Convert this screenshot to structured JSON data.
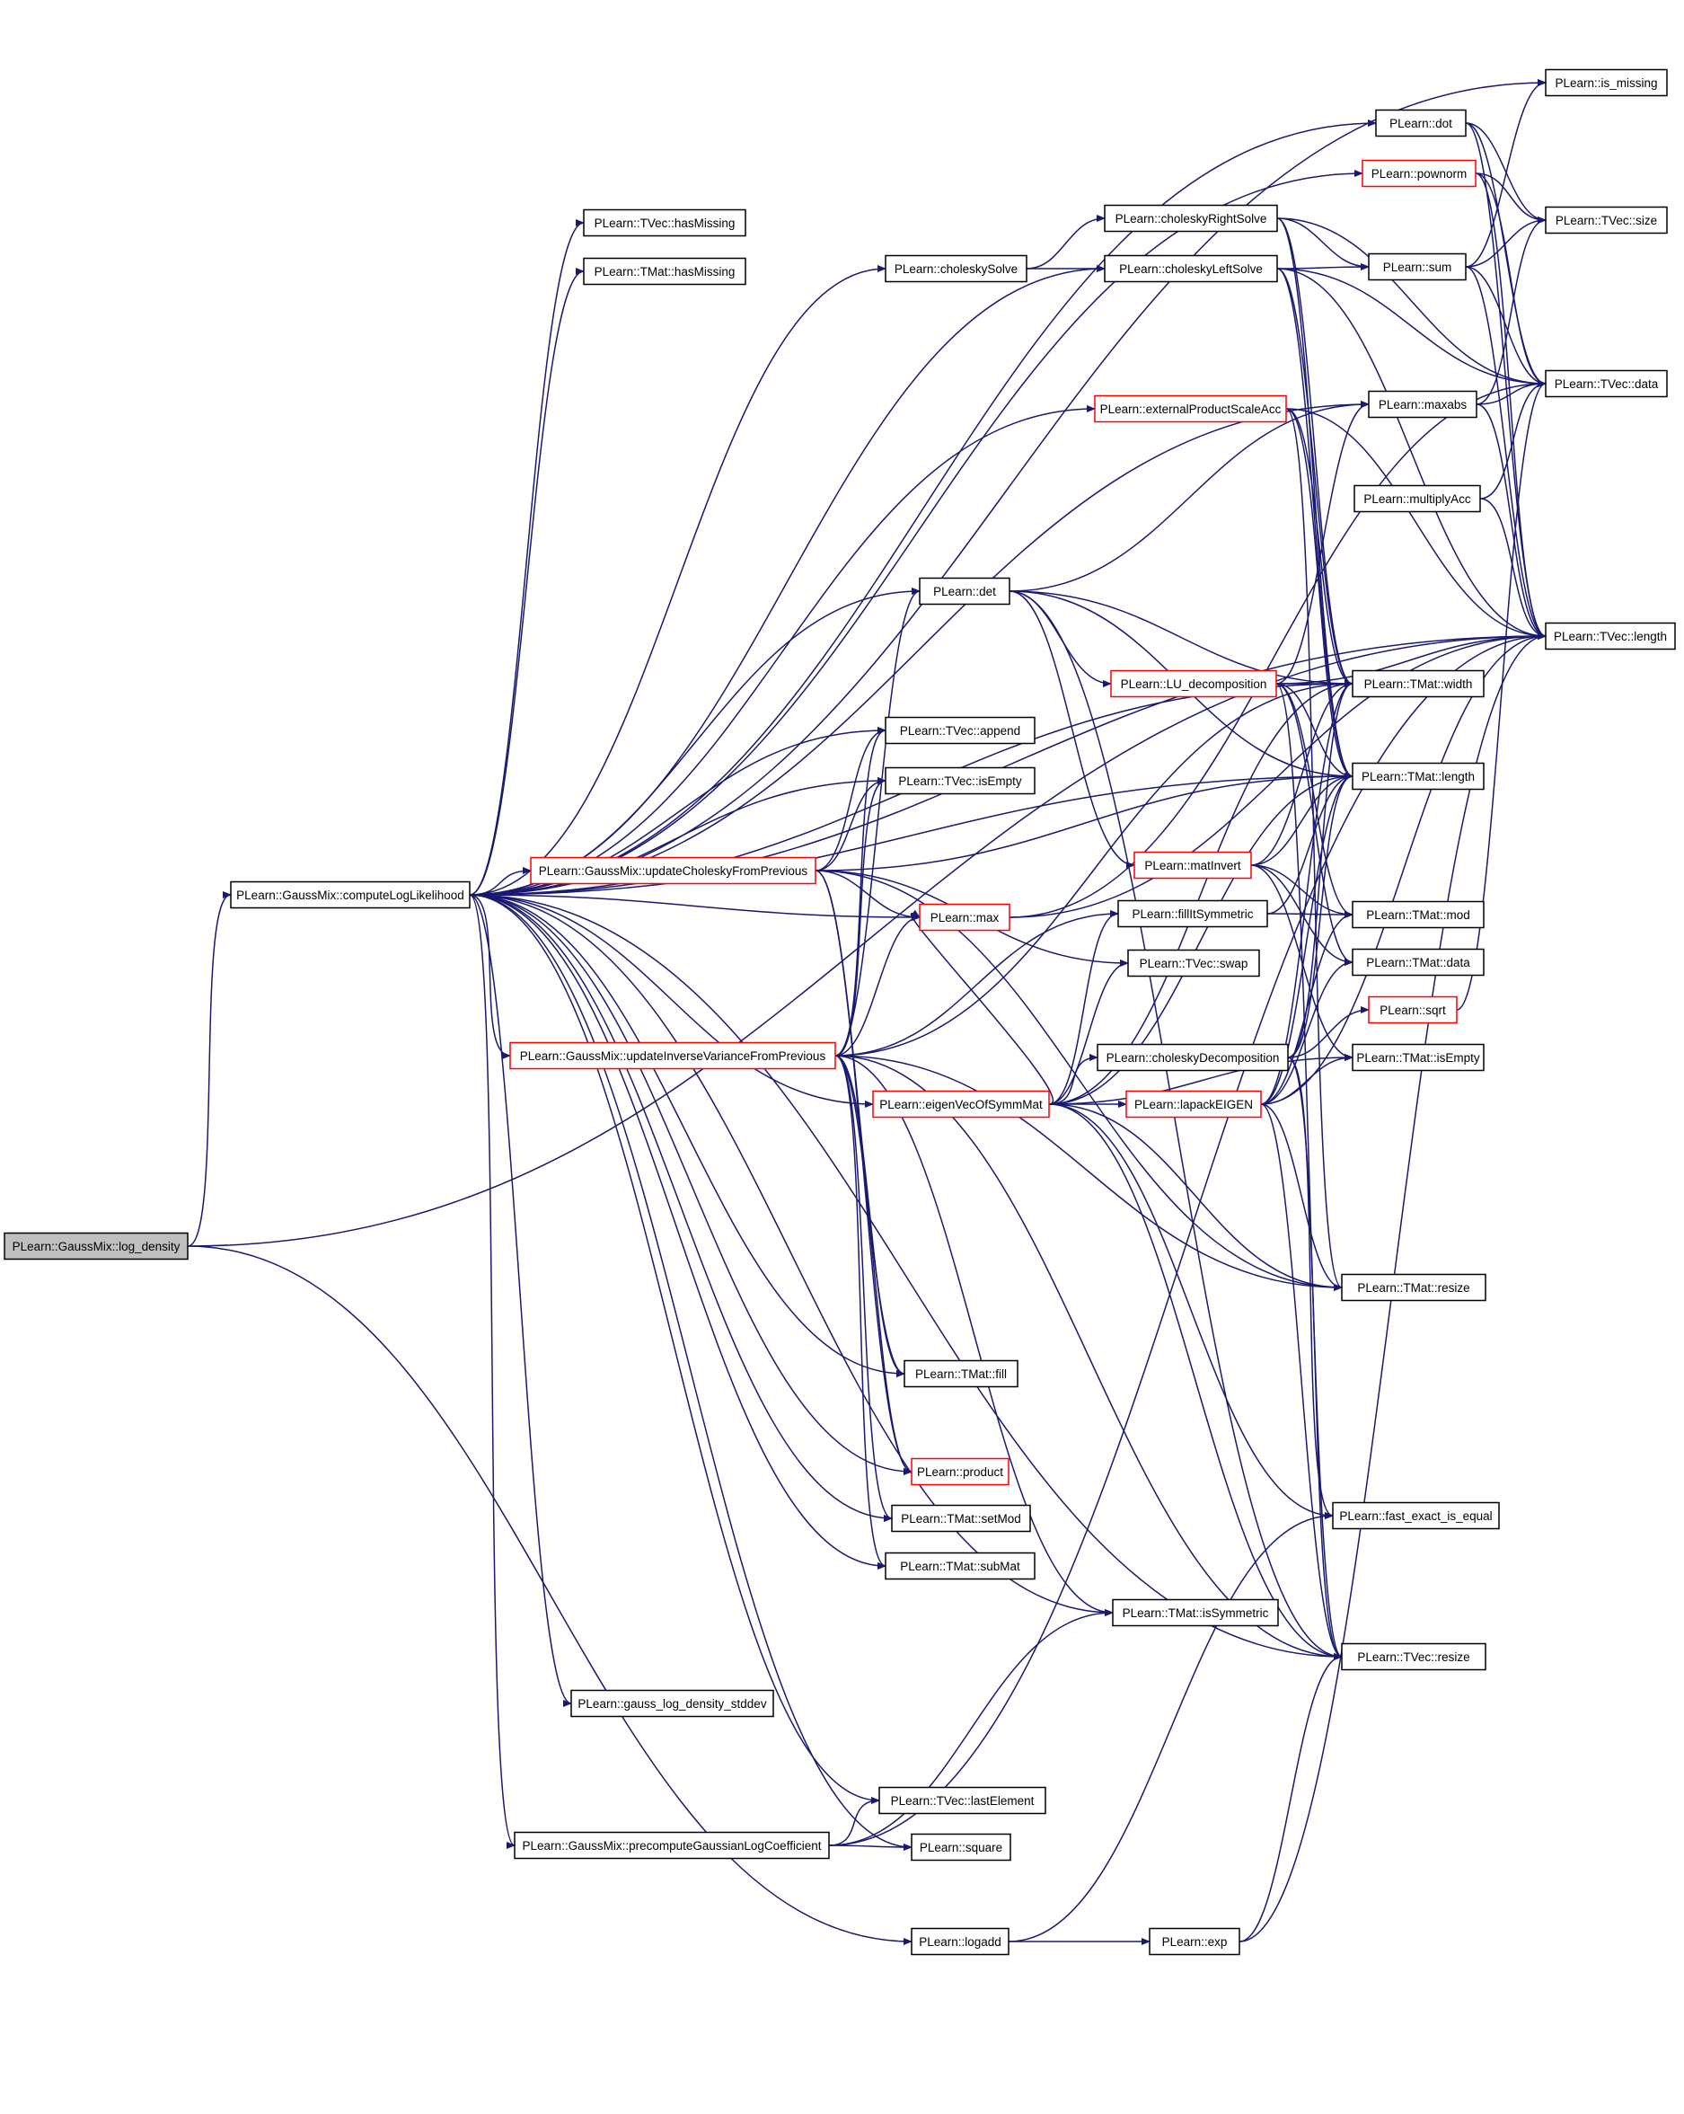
{
  "colors": {
    "edge": "#191970",
    "node_border": "#000000",
    "node_border_truncated": "#ff0000",
    "root_fill": "#bfbfbf",
    "node_fill": "#ffffff",
    "text": "#000000"
  },
  "graph": {
    "nodes": [
      {
        "id": "root",
        "label": "PLearn::GaussMix::log_density",
        "kind": "root"
      },
      {
        "id": "cll",
        "label": "PLearn::GaussMix::computeLogLikelihood",
        "kind": "normal"
      },
      {
        "id": "is_missing",
        "label": "PLearn::is_missing",
        "kind": "normal"
      },
      {
        "id": "dot",
        "label": "PLearn::dot",
        "kind": "normal"
      },
      {
        "id": "pownorm",
        "label": "PLearn::pownorm",
        "kind": "truncated"
      },
      {
        "id": "tvec_size",
        "label": "PLearn::TVec::size",
        "kind": "normal"
      },
      {
        "id": "tvec_hasMissing",
        "label": "PLearn::TVec::hasMissing",
        "kind": "normal"
      },
      {
        "id": "tmat_hasMissing",
        "label": "PLearn::TMat::hasMissing",
        "kind": "normal"
      },
      {
        "id": "crs",
        "label": "PLearn::choleskyRightSolve",
        "kind": "normal"
      },
      {
        "id": "cs",
        "label": "PLearn::choleskySolve",
        "kind": "normal"
      },
      {
        "id": "cls",
        "label": "PLearn::choleskyLeftSolve",
        "kind": "normal"
      },
      {
        "id": "sum",
        "label": "PLearn::sum",
        "kind": "normal"
      },
      {
        "id": "tvec_data",
        "label": "PLearn::TVec::data",
        "kind": "normal"
      },
      {
        "id": "epsa",
        "label": "PLearn::externalProductScaleAcc",
        "kind": "truncated"
      },
      {
        "id": "maxabs",
        "label": "PLearn::maxabs",
        "kind": "normal"
      },
      {
        "id": "multacc",
        "label": "PLearn::multiplyAcc",
        "kind": "normal"
      },
      {
        "id": "det",
        "label": "PLearn::det",
        "kind": "normal"
      },
      {
        "id": "tvec_length",
        "label": "PLearn::TVec::length",
        "kind": "normal"
      },
      {
        "id": "lu",
        "label": "PLearn::LU_decomposition",
        "kind": "truncated"
      },
      {
        "id": "tmat_width",
        "label": "PLearn::TMat::width",
        "kind": "normal"
      },
      {
        "id": "append",
        "label": "PLearn::TVec::append",
        "kind": "normal"
      },
      {
        "id": "tvec_isEmpty",
        "label": "PLearn::TVec::isEmpty",
        "kind": "normal"
      },
      {
        "id": "tmat_length",
        "label": "PLearn::TMat::length",
        "kind": "normal"
      },
      {
        "id": "ucfp",
        "label": "PLearn::GaussMix::updateCholeskyFromPrevious",
        "kind": "truncated"
      },
      {
        "id": "matinvert",
        "label": "PLearn::matInvert",
        "kind": "truncated"
      },
      {
        "id": "max",
        "label": "PLearn::max",
        "kind": "truncated"
      },
      {
        "id": "fillsym",
        "label": "PLearn::fillItSymmetric",
        "kind": "normal"
      },
      {
        "id": "tmat_mod",
        "label": "PLearn::TMat::mod",
        "kind": "normal"
      },
      {
        "id": "swap",
        "label": "PLearn::TVec::swap",
        "kind": "normal"
      },
      {
        "id": "tmat_data",
        "label": "PLearn::TMat::data",
        "kind": "normal"
      },
      {
        "id": "sqrt",
        "label": "PLearn::sqrt",
        "kind": "truncated"
      },
      {
        "id": "uivfp",
        "label": "PLearn::GaussMix::updateInverseVarianceFromPrevious",
        "kind": "truncated"
      },
      {
        "id": "chold",
        "label": "PLearn::choleskyDecomposition",
        "kind": "normal"
      },
      {
        "id": "tmat_isEmpty",
        "label": "PLearn::TMat::isEmpty",
        "kind": "normal"
      },
      {
        "id": "evsm",
        "label": "PLearn::eigenVecOfSymmMat",
        "kind": "truncated"
      },
      {
        "id": "lapack",
        "label": "PLearn::lapackEIGEN",
        "kind": "truncated"
      },
      {
        "id": "tmat_resize",
        "label": "PLearn::TMat::resize",
        "kind": "normal"
      },
      {
        "id": "fill",
        "label": "PLearn::TMat::fill",
        "kind": "normal"
      },
      {
        "id": "product",
        "label": "PLearn::product",
        "kind": "truncated"
      },
      {
        "id": "fexact",
        "label": "PLearn::fast_exact_is_equal",
        "kind": "normal"
      },
      {
        "id": "setmod",
        "label": "PLearn::TMat::setMod",
        "kind": "normal"
      },
      {
        "id": "submat",
        "label": "PLearn::TMat::subMat",
        "kind": "normal"
      },
      {
        "id": "issym",
        "label": "PLearn::TMat::isSymmetric",
        "kind": "normal"
      },
      {
        "id": "tvec_resize",
        "label": "PLearn::TVec::resize",
        "kind": "normal"
      },
      {
        "id": "gaussld",
        "label": "PLearn::gauss_log_density_stddev",
        "kind": "normal"
      },
      {
        "id": "lastel",
        "label": "PLearn::TVec::lastElement",
        "kind": "normal"
      },
      {
        "id": "pglc",
        "label": "PLearn::GaussMix::precomputeGaussianLogCoefficient",
        "kind": "normal"
      },
      {
        "id": "square",
        "label": "PLearn::square",
        "kind": "normal"
      },
      {
        "id": "logadd",
        "label": "PLearn::logadd",
        "kind": "normal"
      },
      {
        "id": "exp",
        "label": "PLearn::exp",
        "kind": "normal"
      }
    ],
    "edges": [
      [
        "root",
        "cll"
      ],
      [
        "root",
        "logadd"
      ],
      [
        "root",
        "tvec_length"
      ],
      [
        "cll",
        "is_missing"
      ],
      [
        "cll",
        "dot"
      ],
      [
        "cll",
        "pownorm"
      ],
      [
        "cll",
        "tvec_hasMissing"
      ],
      [
        "cll",
        "tmat_hasMissing"
      ],
      [
        "cll",
        "cs"
      ],
      [
        "cll",
        "cls"
      ],
      [
        "cll",
        "epsa"
      ],
      [
        "cll",
        "maxabs"
      ],
      [
        "cll",
        "det"
      ],
      [
        "cll",
        "tmat_width"
      ],
      [
        "cll",
        "append"
      ],
      [
        "cll",
        "tvec_isEmpty"
      ],
      [
        "cll",
        "ucfp"
      ],
      [
        "cll",
        "max"
      ],
      [
        "cll",
        "uivfp"
      ],
      [
        "cll",
        "evsm"
      ],
      [
        "cll",
        "fill"
      ],
      [
        "cll",
        "product"
      ],
      [
        "cll",
        "setmod"
      ],
      [
        "cll",
        "submat"
      ],
      [
        "cll",
        "issym"
      ],
      [
        "cll",
        "tvec_resize"
      ],
      [
        "cll",
        "gaussld"
      ],
      [
        "cll",
        "lastel"
      ],
      [
        "cll",
        "pglc"
      ],
      [
        "cll",
        "square"
      ],
      [
        "cll",
        "tvec_length"
      ],
      [
        "cll",
        "tmat_length"
      ],
      [
        "dot",
        "tvec_size"
      ],
      [
        "dot",
        "tvec_data"
      ],
      [
        "dot",
        "tvec_length"
      ],
      [
        "pownorm",
        "tvec_size"
      ],
      [
        "pownorm",
        "tvec_data"
      ],
      [
        "pownorm",
        "tvec_length"
      ],
      [
        "cs",
        "crs"
      ],
      [
        "cs",
        "cls"
      ],
      [
        "crs",
        "sum"
      ],
      [
        "crs",
        "tvec_data"
      ],
      [
        "crs",
        "tmat_width"
      ],
      [
        "crs",
        "tmat_length"
      ],
      [
        "cls",
        "sum"
      ],
      [
        "cls",
        "tvec_data"
      ],
      [
        "cls",
        "tvec_length"
      ],
      [
        "cls",
        "tmat_width"
      ],
      [
        "cls",
        "tmat_length"
      ],
      [
        "sum",
        "is_missing"
      ],
      [
        "sum",
        "tvec_size"
      ],
      [
        "sum",
        "tvec_data"
      ],
      [
        "sum",
        "tvec_length"
      ],
      [
        "epsa",
        "tvec_length"
      ],
      [
        "epsa",
        "tmat_width"
      ],
      [
        "epsa",
        "tmat_length"
      ],
      [
        "epsa",
        "tmat_resize"
      ],
      [
        "maxabs",
        "tvec_size"
      ],
      [
        "maxabs",
        "tvec_data"
      ],
      [
        "maxabs",
        "tvec_length"
      ],
      [
        "multacc",
        "tvec_data"
      ],
      [
        "multacc",
        "tvec_length"
      ],
      [
        "det",
        "lu"
      ],
      [
        "det",
        "tmat_width"
      ],
      [
        "det",
        "tmat_length"
      ],
      [
        "det",
        "matinvert"
      ],
      [
        "det",
        "tvec_resize"
      ],
      [
        "det",
        "maxabs"
      ],
      [
        "lu",
        "tmat_width"
      ],
      [
        "lu",
        "tmat_length"
      ],
      [
        "lu",
        "maxabs"
      ],
      [
        "lu",
        "tmat_mod"
      ],
      [
        "lu",
        "tmat_data"
      ],
      [
        "lu",
        "tvec_resize"
      ],
      [
        "lu",
        "tvec_length"
      ],
      [
        "ucfp",
        "append"
      ],
      [
        "ucfp",
        "tvec_isEmpty"
      ],
      [
        "ucfp",
        "max"
      ],
      [
        "ucfp",
        "swap"
      ],
      [
        "ucfp",
        "tmat_length"
      ],
      [
        "ucfp",
        "fill"
      ],
      [
        "ucfp",
        "tmat_resize"
      ],
      [
        "ucfp",
        "product"
      ],
      [
        "uivfp",
        "append"
      ],
      [
        "uivfp",
        "tvec_isEmpty"
      ],
      [
        "uivfp",
        "max"
      ],
      [
        "uivfp",
        "det"
      ],
      [
        "uivfp",
        "fillsym"
      ],
      [
        "uivfp",
        "fill"
      ],
      [
        "uivfp",
        "product"
      ],
      [
        "uivfp",
        "setmod"
      ],
      [
        "uivfp",
        "submat"
      ],
      [
        "uivfp",
        "issym"
      ],
      [
        "uivfp",
        "tmat_resize"
      ],
      [
        "uivfp",
        "tvec_resize"
      ],
      [
        "uivfp",
        "tmat_width"
      ],
      [
        "matinvert",
        "tmat_length"
      ],
      [
        "matinvert",
        "tmat_mod"
      ],
      [
        "matinvert",
        "tmat_data"
      ],
      [
        "matinvert",
        "tmat_isEmpty"
      ],
      [
        "matinvert",
        "tmat_width"
      ],
      [
        "max",
        "tvec_length"
      ],
      [
        "max",
        "tvec_data"
      ],
      [
        "fillsym",
        "tmat_mod"
      ],
      [
        "fillsym",
        "tmat_length"
      ],
      [
        "evsm",
        "lapack"
      ],
      [
        "evsm",
        "chold"
      ],
      [
        "evsm",
        "fillsym"
      ],
      [
        "evsm",
        "swap"
      ],
      [
        "evsm",
        "tmat_resize"
      ],
      [
        "evsm",
        "tvec_resize"
      ],
      [
        "evsm",
        "tmat_length"
      ],
      [
        "evsm",
        "tmat_width"
      ],
      [
        "evsm",
        "tmat_isEmpty"
      ],
      [
        "evsm",
        "max"
      ],
      [
        "evsm",
        "fexact"
      ],
      [
        "lapack",
        "tmat_length"
      ],
      [
        "lapack",
        "tmat_width"
      ],
      [
        "lapack",
        "tmat_data"
      ],
      [
        "lapack",
        "tmat_mod"
      ],
      [
        "lapack",
        "tmat_resize"
      ],
      [
        "lapack",
        "tvec_resize"
      ],
      [
        "lapack",
        "tvec_length"
      ],
      [
        "lapack",
        "tmat_isEmpty"
      ],
      [
        "chold",
        "tmat_length"
      ],
      [
        "chold",
        "tmat_width"
      ],
      [
        "chold",
        "sqrt"
      ],
      [
        "chold",
        "fexact"
      ],
      [
        "chold",
        "tvec_resize"
      ],
      [
        "sqrt",
        "tvec_data"
      ],
      [
        "pglc",
        "lastel"
      ],
      [
        "pglc",
        "square"
      ],
      [
        "pglc",
        "tvec_length"
      ],
      [
        "pglc",
        "issym"
      ],
      [
        "logadd",
        "exp"
      ],
      [
        "logadd",
        "fexact"
      ],
      [
        "exp",
        "tvec_resize"
      ],
      [
        "exp",
        "tvec_length"
      ]
    ]
  }
}
